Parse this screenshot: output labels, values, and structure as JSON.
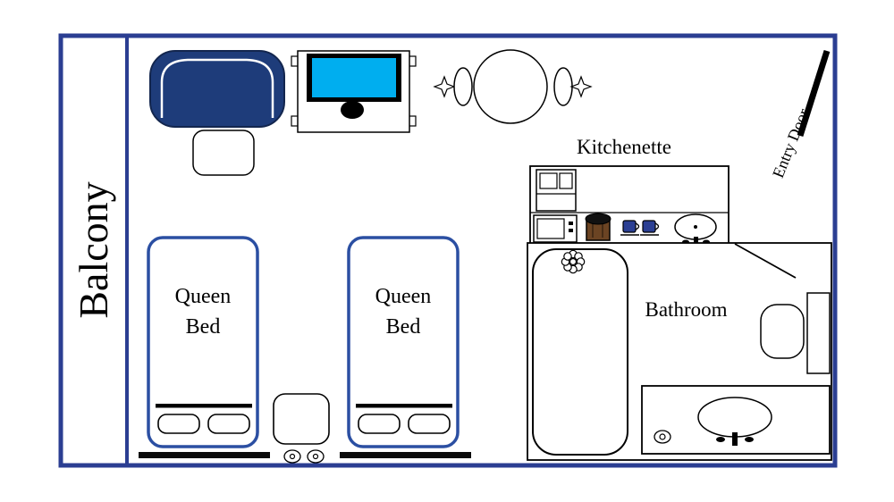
{
  "diagram": {
    "type": "floorplan",
    "labels": {
      "balcony": "Balcony",
      "kitchenette": "Kitchenette",
      "bathroom": "Bathroom",
      "entry_door": "Entry Door",
      "bed1": "Queen Bed",
      "bed2": "Queen Bed"
    },
    "colors": {
      "wall": "#2b3e92",
      "sofa": "#1e3c7a",
      "sofa_outline": "#13264e",
      "tv_screen": "#00aeef",
      "bed_border": "#2b4fa2",
      "coffee": "#6b4423",
      "cup": "#2b3f93",
      "line": "#000000"
    },
    "furniture_icons": [
      "sofa-icon",
      "ottoman-icon",
      "tv-icon",
      "dining-table-icon",
      "chair-icon",
      "sparkle-icon",
      "fridge-icon",
      "microwave-icon",
      "coffee-maker-icon",
      "cups-icon",
      "kitchen-sink-icon",
      "entry-door-icon",
      "shower-icon",
      "shower-head-icon",
      "toilet-icon",
      "vanity-sink-icon",
      "soap-dish-icon",
      "queen-bed-icon",
      "pillow-icon",
      "nightstand-icon"
    ]
  }
}
